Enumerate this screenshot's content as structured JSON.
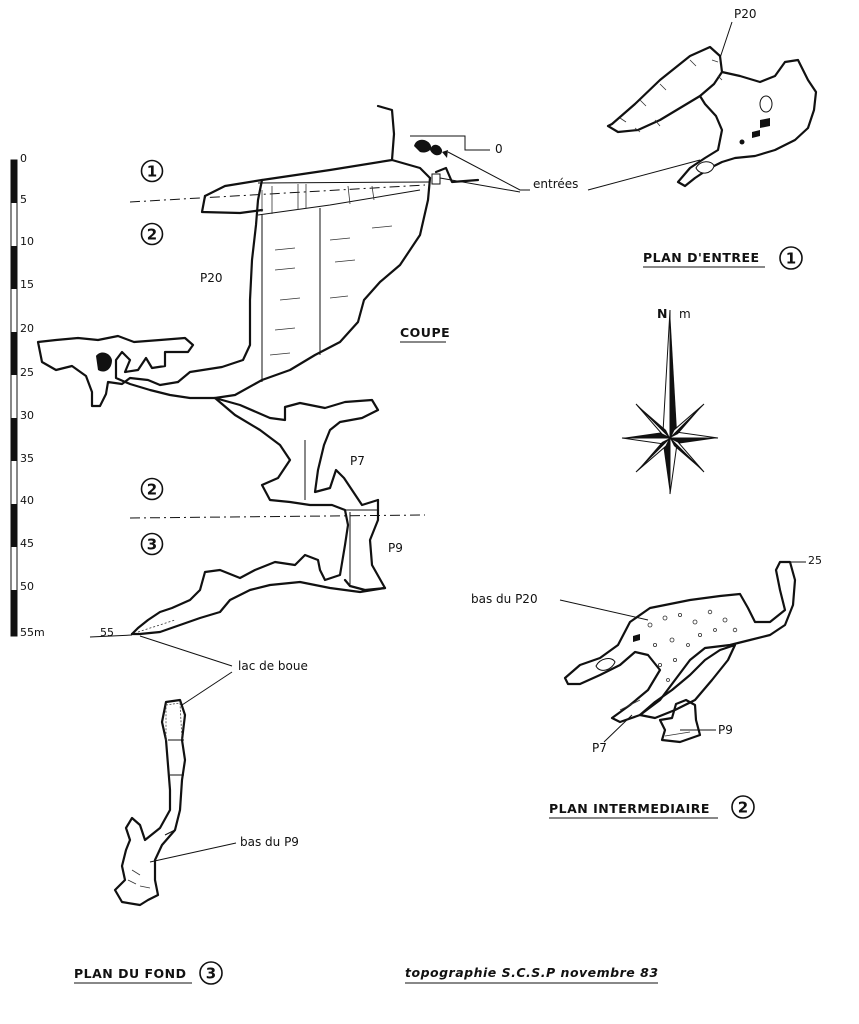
{
  "titles": {
    "plan_entree": "PLAN D'ENTREE",
    "plan_intermediaire": "PLAN INTERMEDIAIRE",
    "plan_fond": "PLAN DU FOND",
    "coupe": "COUPE",
    "credit": "topographie  S.C.S.P  novembre  83"
  },
  "circled": {
    "one": "1",
    "two": "2",
    "three": "3"
  },
  "labels": {
    "p20": "P20",
    "p7": "P7",
    "p9": "P9",
    "zero": "0",
    "entrees": "entrées",
    "lac_de_boue": "lac de boue",
    "bas_du_p20": "bas du P20",
    "bas_du_p9": "bas du P9",
    "depth_25": "25",
    "depth_55": "55",
    "north": "N",
    "magnetic": "m"
  },
  "scale": {
    "ticks": [
      "0",
      "5",
      "10",
      "15",
      "20",
      "25",
      "30",
      "35",
      "40",
      "45",
      "50",
      "55m"
    ]
  }
}
